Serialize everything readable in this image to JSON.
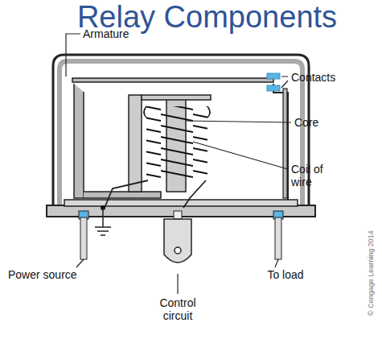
{
  "diagram": {
    "title": "Relay Components",
    "labels": [
      "Armature",
      "Contacts",
      "Core",
      "Coil of wire",
      "Power source",
      "To load",
      "Control circuit",
      "© Cengage Learning 2014"
    ]
  }
}
